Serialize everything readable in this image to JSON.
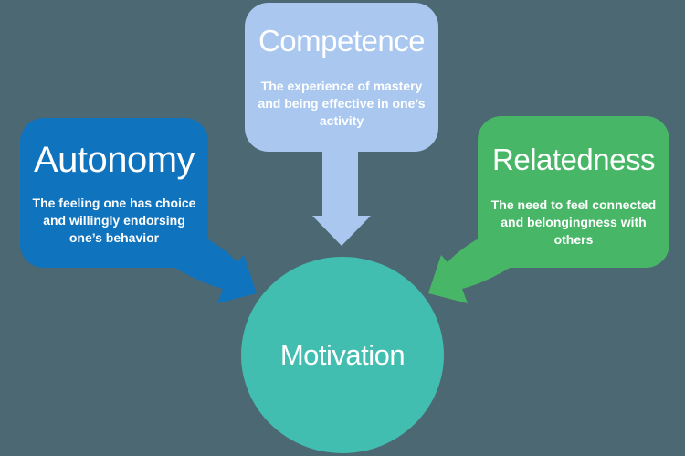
{
  "diagram": {
    "background_color": "#4C6872",
    "text_color": "#FFFFFF",
    "nodes": {
      "autonomy": {
        "title": "Autonomy",
        "description": "The feeling one has choice\nand willingly endorsing\none’s behavior",
        "color": "#0F73BE"
      },
      "competence": {
        "title": "Competence",
        "description": "The experience of mastery\nand being effective in one’s\nactivity",
        "color": "#A9C7EF"
      },
      "relatedness": {
        "title": "Relatedness",
        "description": "The need to feel connected\nand belongingness with\nothers",
        "color": "#48B667"
      },
      "motivation": {
        "title": "Motivation",
        "color": "#42BEB1"
      }
    },
    "connections": [
      {
        "from": "autonomy",
        "to": "motivation"
      },
      {
        "from": "competence",
        "to": "motivation"
      },
      {
        "from": "relatedness",
        "to": "motivation"
      }
    ]
  }
}
